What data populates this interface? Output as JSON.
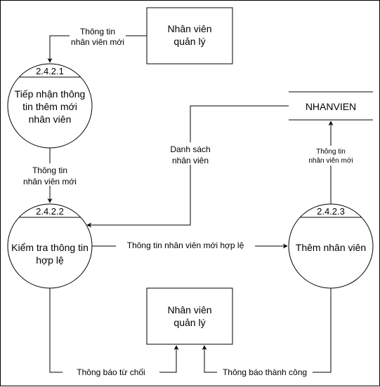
{
  "entities": {
    "top": {
      "line1": "Nhân viên",
      "line2": "quản lý"
    },
    "bottom": {
      "line1": "Nhân viên",
      "line2": "quản lý"
    }
  },
  "processes": {
    "p1": {
      "id": "2.4.2.1",
      "line1": "Tiếp nhận thông",
      "line2": "tin thêm mới",
      "line3": "nhân viên"
    },
    "p2": {
      "id": "2.4.2.2",
      "line1": "Kiểm tra thông tin",
      "line2": "hợp lệ"
    },
    "p3": {
      "id": "2.4.2.3",
      "line1": "Thêm nhân viên"
    }
  },
  "datastore": {
    "name": "NHANVIEN"
  },
  "flows": {
    "f1": {
      "line1": "Thông tin",
      "line2": "nhân viên mới"
    },
    "f2": {
      "line1": "Thông tin",
      "line2": "nhân viên mới"
    },
    "f3": {
      "line1": "Danh sách",
      "line2": "nhân viên"
    },
    "f4": {
      "text": "Thông tin nhân viên mới hợp lệ"
    },
    "f5": {
      "line1": "Thông tin",
      "line2": "nhân viên mới"
    },
    "f6": {
      "text": "Thông báo từ chối"
    },
    "f7": {
      "text": "Thông báo thành công"
    }
  }
}
